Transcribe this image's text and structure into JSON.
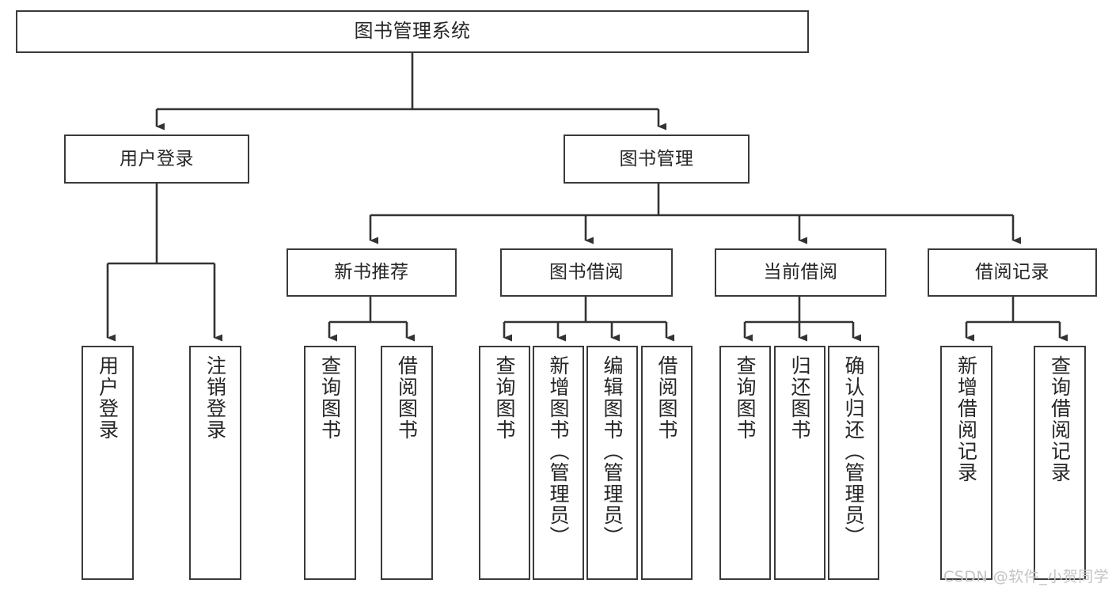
{
  "diagram": {
    "title": "图书管理系统",
    "type": "hierarchy-tree",
    "watermark": "CSDN @软件_小贺同学",
    "colors": {
      "box_border": "#3a3a3a",
      "box_fill": "#ffffff",
      "connector": "#333333",
      "text": "#262626",
      "watermark": "#c4c4c4"
    },
    "levels": [
      {
        "level": 1,
        "nodes": [
          {
            "id": "root",
            "label": "图书管理系统",
            "orientation": "horizontal"
          }
        ]
      },
      {
        "level": 2,
        "nodes": [
          {
            "id": "login",
            "label": "用户登录",
            "orientation": "horizontal",
            "parent": "root"
          },
          {
            "id": "bookmgmt",
            "label": "图书管理",
            "orientation": "horizontal",
            "parent": "root"
          }
        ]
      },
      {
        "level": 3,
        "nodes": [
          {
            "id": "newbook",
            "label": "新书推荐",
            "orientation": "horizontal",
            "parent": "bookmgmt"
          },
          {
            "id": "borrow",
            "label": "图书借阅",
            "orientation": "horizontal",
            "parent": "bookmgmt"
          },
          {
            "id": "current",
            "label": "当前借阅",
            "orientation": "horizontal",
            "parent": "bookmgmt"
          },
          {
            "id": "record",
            "label": "借阅记录",
            "orientation": "horizontal",
            "parent": "bookmgmt"
          }
        ]
      },
      {
        "level": 4,
        "nodes": [
          {
            "id": "leaf1",
            "label": "用户登录",
            "orientation": "vertical",
            "parent": "login"
          },
          {
            "id": "leaf2",
            "label": "注销登录",
            "orientation": "vertical",
            "parent": "login"
          },
          {
            "id": "leaf3",
            "label": "查询图书",
            "orientation": "vertical",
            "parent": "newbook"
          },
          {
            "id": "leaf4",
            "label": "借阅图书",
            "orientation": "vertical",
            "parent": "newbook"
          },
          {
            "id": "leaf5",
            "label": "查询图书",
            "orientation": "vertical",
            "parent": "borrow"
          },
          {
            "id": "leaf6",
            "label": "新增图书（管理员）",
            "orientation": "vertical",
            "parent": "borrow"
          },
          {
            "id": "leaf7",
            "label": "编辑图书（管理员）",
            "orientation": "vertical",
            "parent": "borrow"
          },
          {
            "id": "leaf8",
            "label": "借阅图书",
            "orientation": "vertical",
            "parent": "borrow"
          },
          {
            "id": "leaf9",
            "label": "查询图书",
            "orientation": "vertical",
            "parent": "current"
          },
          {
            "id": "leaf10",
            "label": "归还图书",
            "orientation": "vertical",
            "parent": "current"
          },
          {
            "id": "leaf11",
            "label": "确认归还（管理员）",
            "orientation": "vertical",
            "parent": "current"
          },
          {
            "id": "leaf12",
            "label": "新增借阅记录",
            "orientation": "vertical",
            "parent": "record"
          },
          {
            "id": "leaf13",
            "label": "查询借阅记录",
            "orientation": "vertical",
            "parent": "record"
          }
        ]
      }
    ]
  }
}
